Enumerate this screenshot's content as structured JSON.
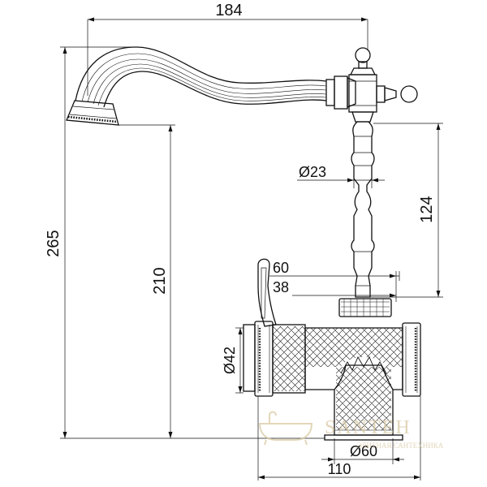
{
  "dimensions": {
    "width_top": "184",
    "height_total": "265",
    "height_spout": "210",
    "height_body": "124",
    "dia_neck": "Ø23",
    "width_handle_a": "60",
    "width_handle_b": "38",
    "dia_body": "Ø42",
    "dia_base": "Ø60",
    "width_base": "110"
  },
  "watermark": {
    "brand": "SANTEH",
    "tagline": "ЭЛИТНАЯ САНТЕХНИКА"
  },
  "colors": {
    "line": "#111111",
    "watermark": "#d9c9a3"
  }
}
